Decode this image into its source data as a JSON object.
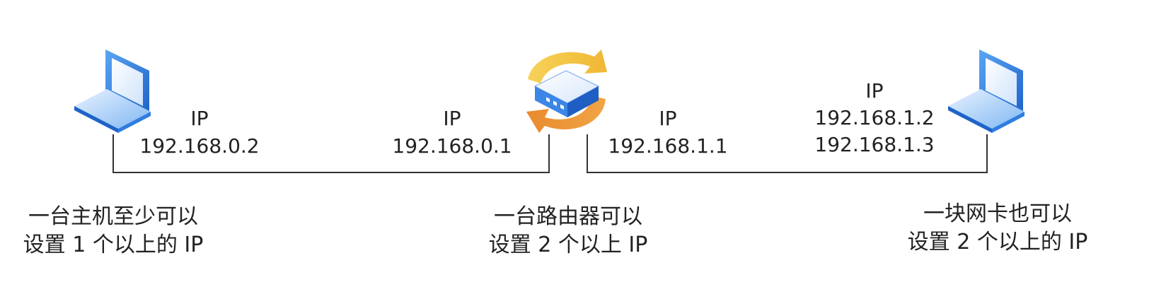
{
  "left_host": {
    "ip_heading": "IP",
    "ip": "192.168.0.2",
    "caption_line1": "一台主机至少可以",
    "caption_line2": "设置 1 个以上的 IP"
  },
  "router": {
    "left_ip_heading": "IP",
    "left_ip": "192.168.0.1",
    "right_ip_heading": "IP",
    "right_ip": "192.168.1.1",
    "caption_line1": "一台路由器可以",
    "caption_line2": "设置 2 个以上 IP"
  },
  "right_host": {
    "ip_heading": "IP",
    "ip_1": "192.168.1.2",
    "ip_2": "192.168.1.3",
    "caption_line1": "一块网卡也可以",
    "caption_line2": "设置 2 个以上的 IP"
  },
  "colors": {
    "line": "#333333",
    "laptop_blue": "#2f7de1",
    "arrow_yellow": "#f5c542",
    "arrow_orange": "#ec9a3c"
  }
}
